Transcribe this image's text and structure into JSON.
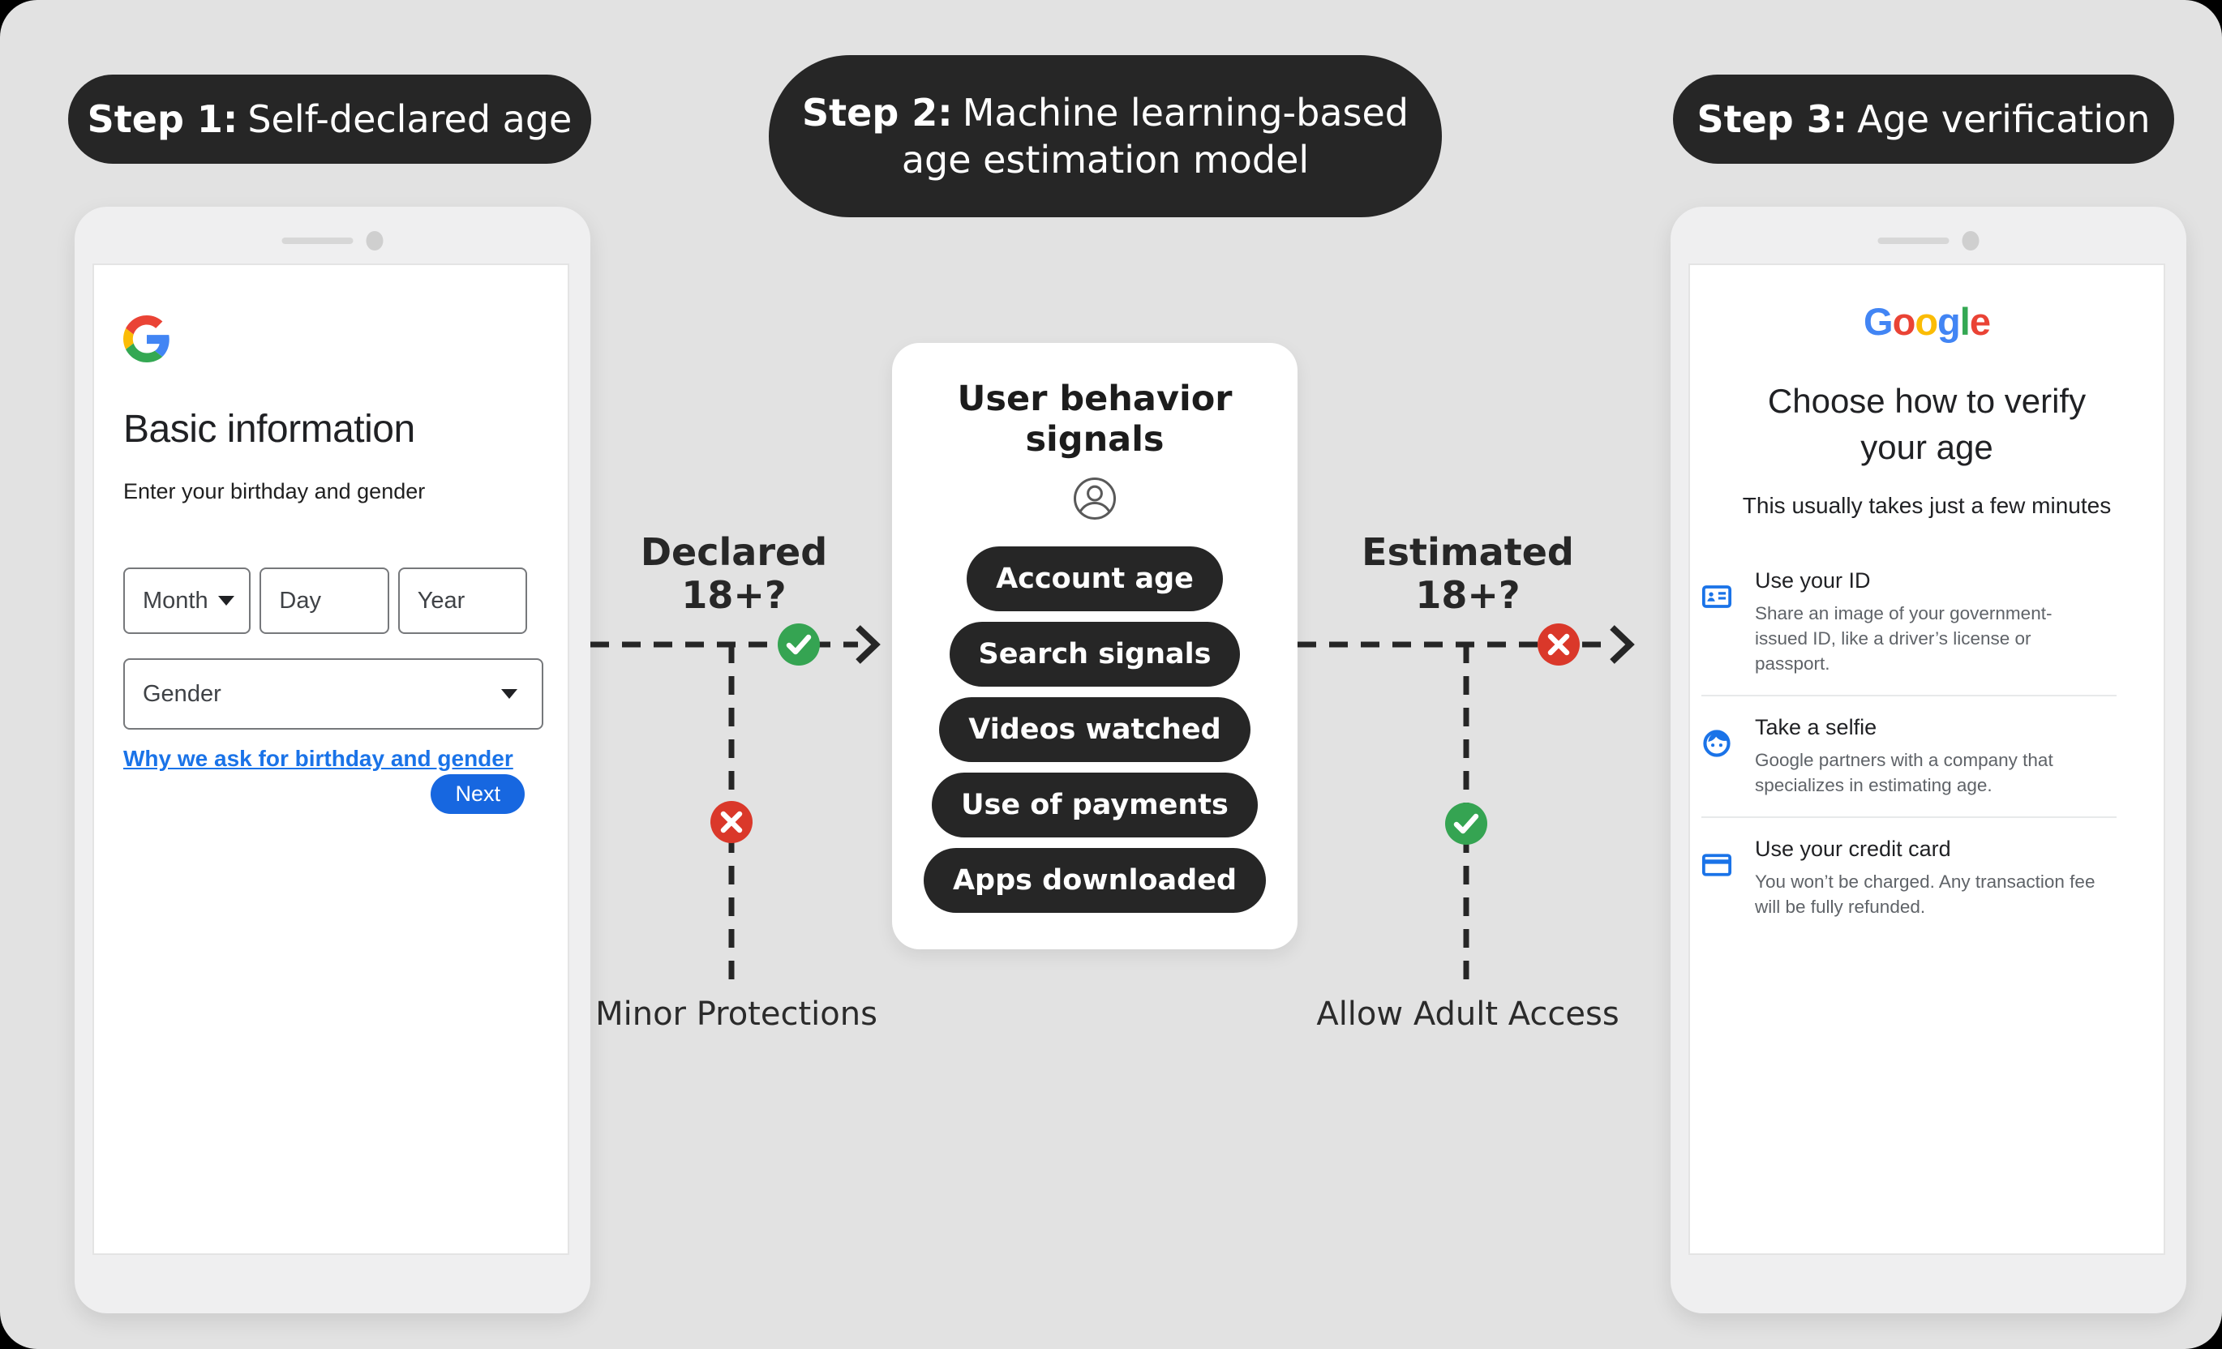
{
  "steps": {
    "step1": {
      "prefix": "Step 1:",
      "title": "Self-declared age"
    },
    "step2": {
      "prefix": "Step 2:",
      "title_line1": "Machine learning-based",
      "title_line2": "age estimation model"
    },
    "step3": {
      "prefix": "Step 3:",
      "title": "Age verification"
    }
  },
  "signup_phone": {
    "heading": "Basic information",
    "subheading": "Enter your birthday and gender",
    "fields": {
      "month": {
        "label": "Month"
      },
      "day": {
        "label": "Day"
      },
      "year": {
        "label": "Year"
      },
      "gender": {
        "label": "Gender"
      }
    },
    "link": "Why we ask for birthday and gender",
    "next_button": "Next"
  },
  "behavior_card": {
    "title_line1": "User behavior",
    "title_line2": "signals",
    "icon": "person-icon",
    "signals": [
      {
        "label": "Account age"
      },
      {
        "label": "Search signals"
      },
      {
        "label": "Videos watched"
      },
      {
        "label": "Use of payments"
      },
      {
        "label": "Apps downloaded"
      }
    ]
  },
  "connectors": {
    "left": {
      "question_line1": "Declared",
      "question_line2": "18+?",
      "pass_icon": "check-circle-icon",
      "fail_icon": "x-circle-icon",
      "outcome": "Minor Protections"
    },
    "right": {
      "question_line1": "Estimated",
      "question_line2": "18+?",
      "pass_icon": "x-circle-icon",
      "fail_icon": "check-circle-icon",
      "outcome": "Allow Adult Access"
    }
  },
  "verify_phone": {
    "logo_letters": [
      {
        "ch": "G",
        "color": "#4285F4"
      },
      {
        "ch": "o",
        "color": "#EA4335"
      },
      {
        "ch": "o",
        "color": "#FBBC05"
      },
      {
        "ch": "g",
        "color": "#4285F4"
      },
      {
        "ch": "l",
        "color": "#34A853"
      },
      {
        "ch": "e",
        "color": "#EA4335"
      }
    ],
    "heading_line1": "Choose how to verify",
    "heading_line2": "your age",
    "subheading": "This usually takes just a few minutes",
    "options": [
      {
        "icon": "id-card-icon",
        "title": "Use your ID",
        "desc": "Share an image of your government-issued ID, like a driver’s license or passport."
      },
      {
        "icon": "face-icon",
        "title": "Take a selfie",
        "desc": "Google partners with a company that specializes in estimating age."
      },
      {
        "icon": "credit-card-icon",
        "title": "Use your credit card",
        "desc": "You won’t be charged. Any transaction fee will be fully refunded."
      }
    ]
  },
  "colors": {
    "background": "#e2e2e2",
    "dark_pill": "#262626",
    "green": "#35a452",
    "red": "#da382a",
    "blue_accent": "#1a73e8",
    "next_button_blue": "#1767e0"
  }
}
